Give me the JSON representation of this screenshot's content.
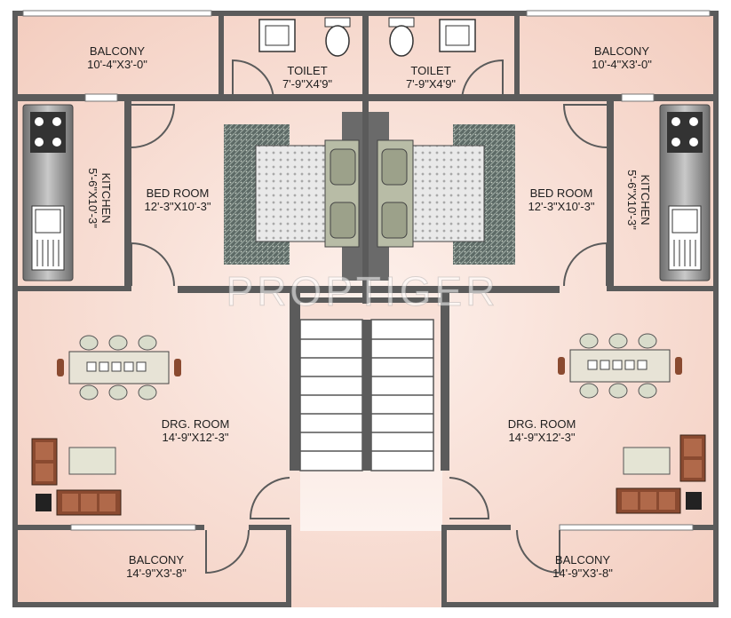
{
  "rooms": {
    "balcony_top_left": {
      "name": "BALCONY",
      "dim": "10'-4\"X3'-0\""
    },
    "toilet_left": {
      "name": "TOILET",
      "dim": "7'-9\"X4'9\""
    },
    "toilet_right": {
      "name": "TOILET",
      "dim": "7'-9\"X4'9\""
    },
    "balcony_top_right": {
      "name": "BALCONY",
      "dim": "10'-4\"X3'-0\""
    },
    "kitchen_left": {
      "name": "KITCHEN",
      "dim": "5'-6\"X10'-3\""
    },
    "bedroom_left": {
      "name": "BED ROOM",
      "dim": "12'-3\"X10'-3\""
    },
    "bedroom_right": {
      "name": "BED ROOM",
      "dim": "12'-3\"X10'-3\""
    },
    "kitchen_right": {
      "name": "KITCHEN",
      "dim": "5'-6\"X10'-3\""
    },
    "drawing_left": {
      "name": "DRG. ROOM",
      "dim": "14'-9\"X12'-3\""
    },
    "drawing_right": {
      "name": "DRG. ROOM",
      "dim": "14'-9\"X12'-3\""
    },
    "balcony_bottom_left": {
      "name": "BALCONY",
      "dim": "14'-9\"X3'-8\""
    },
    "balcony_bottom_right": {
      "name": "BALCONY",
      "dim": "14'-9\"X3'-8\""
    }
  },
  "watermark": "PROPTIGER",
  "colors": {
    "wall": "#5b5b5b",
    "floor": "#f6d8cc",
    "floor_light": "#fbeae3",
    "furniture": "#8a4a30",
    "counter": "#8f8f8f"
  }
}
